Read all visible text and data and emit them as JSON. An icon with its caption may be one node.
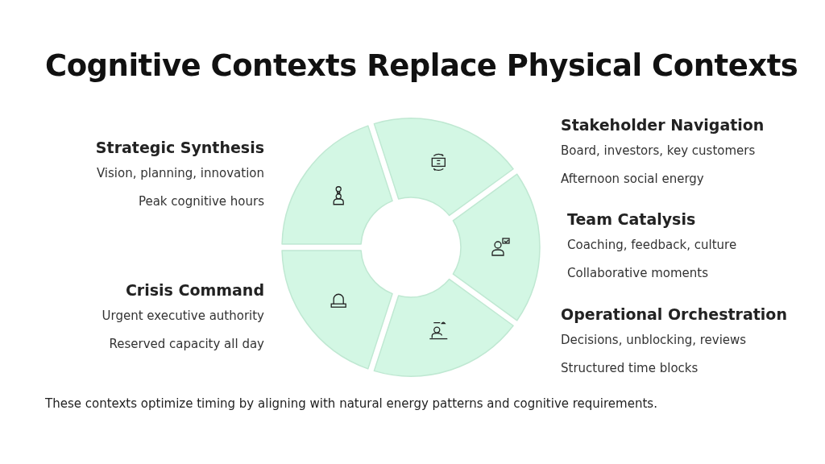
{
  "diagram": {
    "title": "Cognitive Contexts Replace Physical Contexts",
    "caption": "These contexts optimize timing by aligning with natural energy patterns and cognitive requirements.",
    "nodes": [
      {
        "text": [
          "Strategic Synthesis",
          "Vision, planning, innovation",
          "Peak cognitive hours"
        ]
      },
      {
        "text": [
          "Stakeholder Navigation",
          "Board, investors, key customers",
          "Afternoon social energy"
        ]
      },
      {
        "text": [
          "Team Catalysis",
          "Coaching, feedback, culture",
          "Collaborative moments"
        ]
      },
      {
        "text": [
          "Operational Orchestration",
          "Decisions, unblocking, reviews",
          "Structured time blocks"
        ]
      },
      {
        "text": [
          "Crisis Command",
          "Urgent executive authority",
          "Reserved capacity all day"
        ]
      }
    ],
    "edges": []
  }
}
